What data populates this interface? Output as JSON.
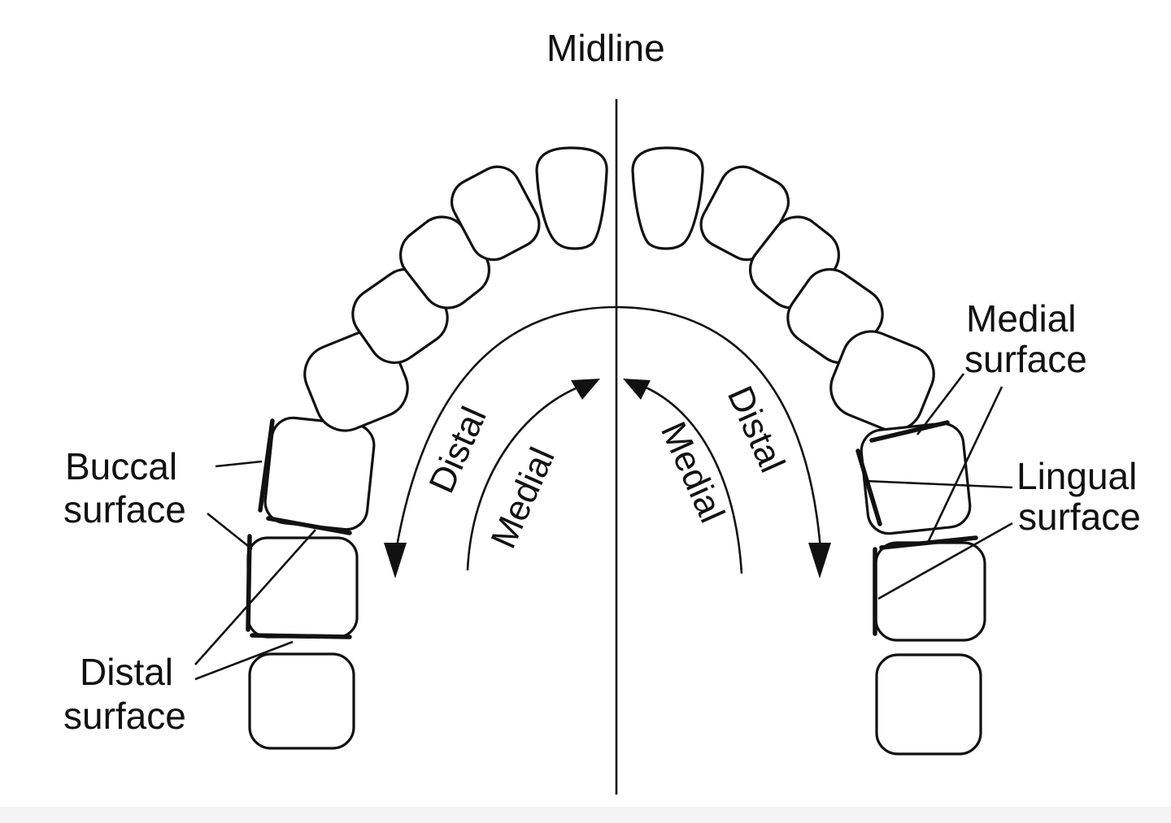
{
  "labels": {
    "midline": "Midline",
    "distal_left": "Distal",
    "medial_left": "Medial",
    "distal_right": "Distal",
    "medial_right": "Medial",
    "buccal_l1": "Buccal",
    "buccal_l2": "surface",
    "distal_surface_l1": "Distal",
    "distal_surface_l2": "surface",
    "medial_surface_l1": "Medial",
    "medial_surface_l2": "surface",
    "lingual_surface_l1": "Lingual",
    "lingual_surface_l2": "surface"
  }
}
